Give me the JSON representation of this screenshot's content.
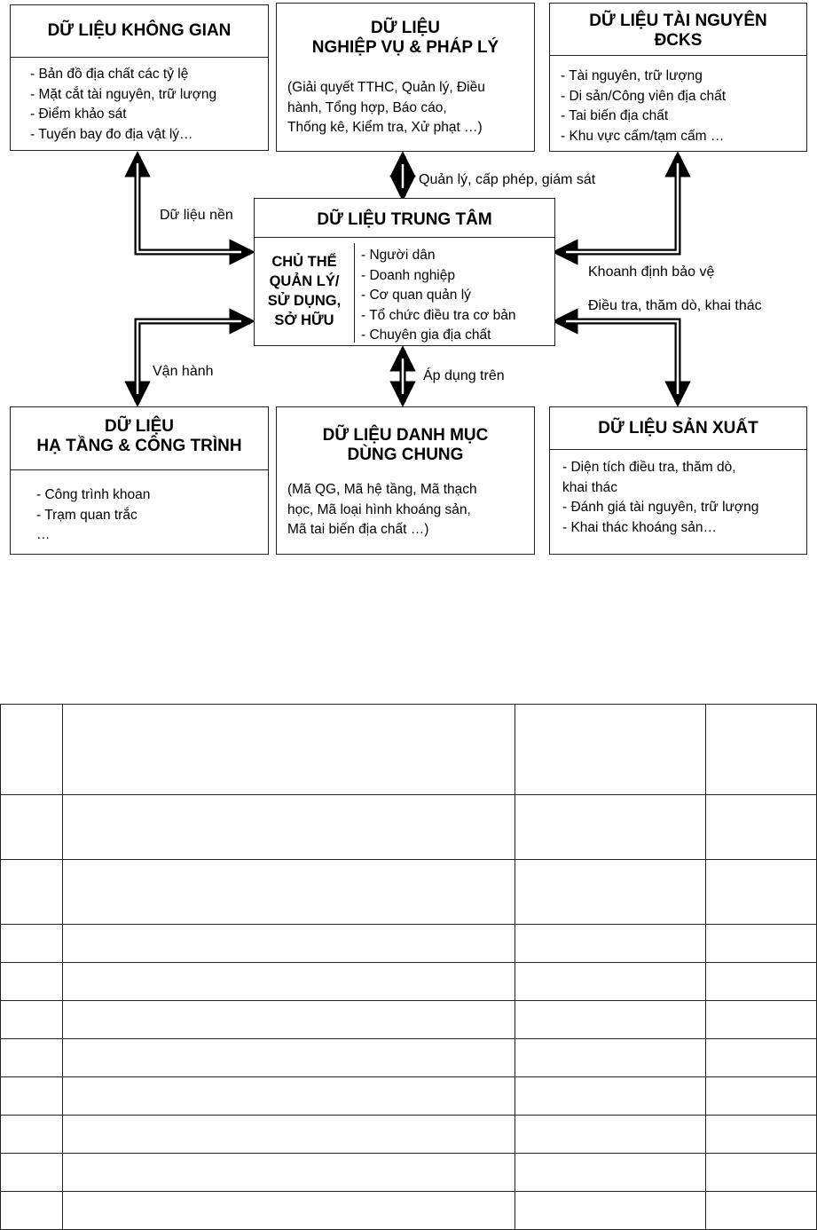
{
  "diagram": {
    "khong_gian": {
      "title": "DỮ LIỆU KHÔNG GIAN",
      "items": "- Bản đồ địa chất các tỷ lệ\n- Mặt cắt tài nguyên, trữ lượng\n- Điểm khảo sát\n- Tuyến bay đo địa vật lý…"
    },
    "nghiep_vu": {
      "title": "DỮ LIỆU\nNGHIỆP VỤ & PHÁP LÝ",
      "items": "(Giải quyết TTHC, Quản lý, Điều\nhành, Tổng hợp, Báo cáo,\nThống kê, Kiểm tra, Xử phạt …)"
    },
    "tai_nguyen": {
      "title": "DỮ LIỆU TÀI NGUYÊN\nĐCKS",
      "items": "- Tài nguyên, trữ lượng\n- Di sản/Công viên địa chất\n- Tai biến địa chất\n- Khu vực cấm/tạm cấm …"
    },
    "trung_tam": {
      "title": "DỮ LIỆU TRUNG TÂM",
      "subject": "CHỦ THỂ\nQUẢN LÝ/\nSỬ DỤNG,\nSỞ HỮU",
      "items": "- Người dân\n- Doanh nghiệp\n- Cơ quan quản lý\n- Tổ chức điều tra cơ bản\n- Chuyên gia địa chất"
    },
    "ha_tang": {
      "title": "DỮ LIỆU\nHẠ TẦNG & CÔNG TRÌNH",
      "items": "- Công trình khoan\n- Trạm quan trắc\n…"
    },
    "danh_muc": {
      "title": "DỮ LIỆU DANH MỤC\nDÙNG CHUNG",
      "items": "(Mã QG, Mã hệ tầng, Mã thạch\nhọc, Mã loại hình khoáng sản,\nMã tai biến địa chất …)"
    },
    "san_xuat": {
      "title": "DỮ LIỆU SẢN XUẤT",
      "items": "- Diện tích điều tra, thăm dò,\nkhai thác\n- Đánh giá tài nguyên, trữ lượng\n- Khai thác khoáng sản…"
    },
    "labels": {
      "quan_ly": "Quản lý, cấp phép, giám sát",
      "du_lieu_nen": "Dữ liệu nền",
      "khoanh_dinh": "Khoanh định bảo vệ",
      "dieu_tra": "Điều tra, thăm dò, khai thác",
      "van_hanh": "Vận hành",
      "ap_dung": "Áp dụng trên"
    }
  },
  "table": {
    "rows": 11,
    "columns": 4
  }
}
